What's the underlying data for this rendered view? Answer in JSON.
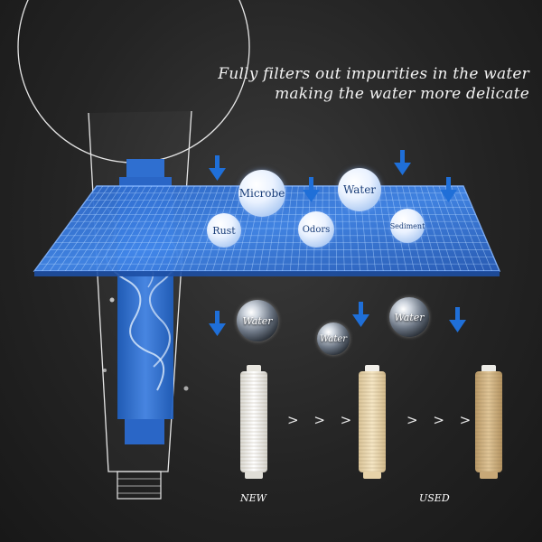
{
  "headline": {
    "line1": "Fully filters out impurities in the water",
    "line2": "making the water more delicate"
  },
  "filter_mesh": {
    "contaminants": [
      "Microbe",
      "Water",
      "Rust",
      "Odors",
      "Sediment"
    ]
  },
  "water_drops": [
    "Water",
    "Water",
    "Water"
  ],
  "comparison": {
    "new_label": "NEW",
    "used_label": "USED",
    "arrow_1": "> > >",
    "arrow_2": "> > >"
  },
  "icons": [
    "down-arrow-icon",
    "showerhead-icon",
    "filter-cartridge-icon"
  ],
  "colors": {
    "background": "#242424",
    "mesh_blue": "#3b7be0",
    "mesh_edge": "#6fa6ff",
    "filter_blue": "#2f74d6",
    "cartridge_new": "#f3f1ea",
    "cartridge_mid": "#efdcb4",
    "cartridge_used": "#d8b98a"
  }
}
